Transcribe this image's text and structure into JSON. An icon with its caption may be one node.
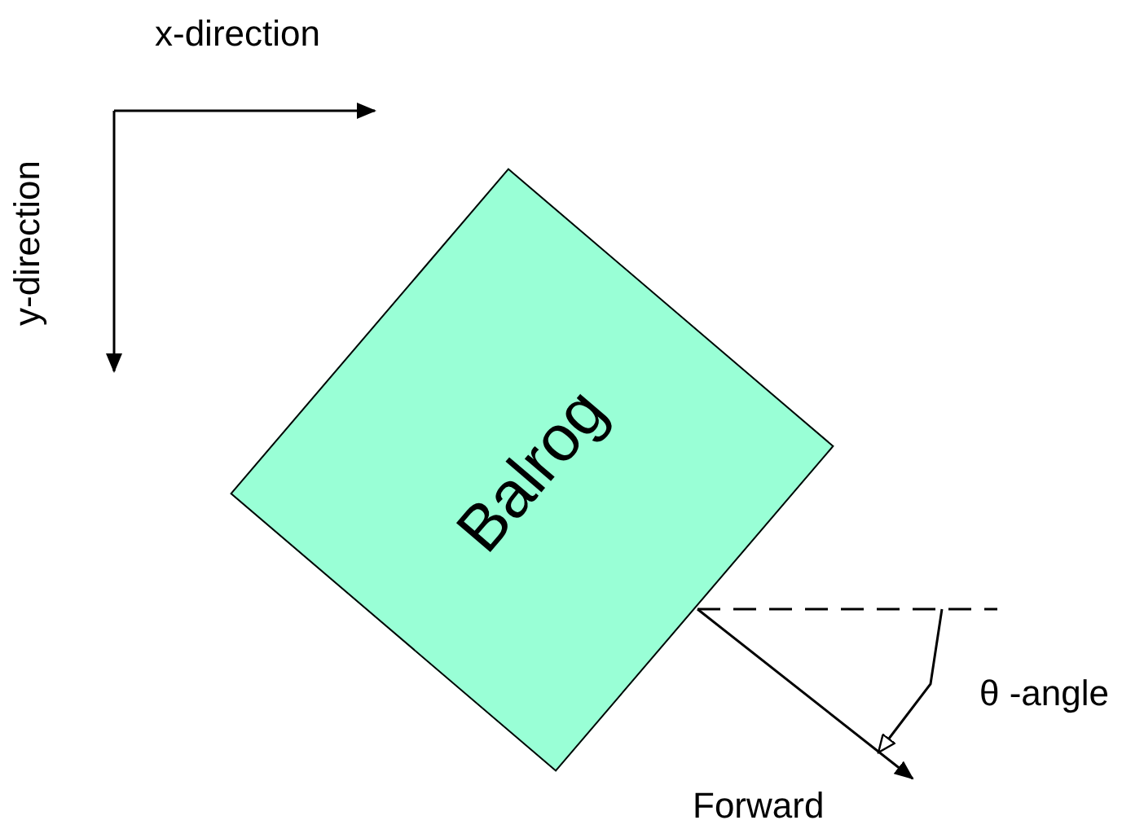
{
  "diagram": {
    "nodes": [
      {
        "text": [
          "Balrog"
        ]
      },
      {
        "text": [
          "Forward"
        ]
      }
    ],
    "edges": [
      {
        "from": 0,
        "to": 1,
        "arrow": "to"
      }
    ],
    "labels": [
      "x-direction",
      "y-direction",
      "θ -angle"
    ]
  }
}
